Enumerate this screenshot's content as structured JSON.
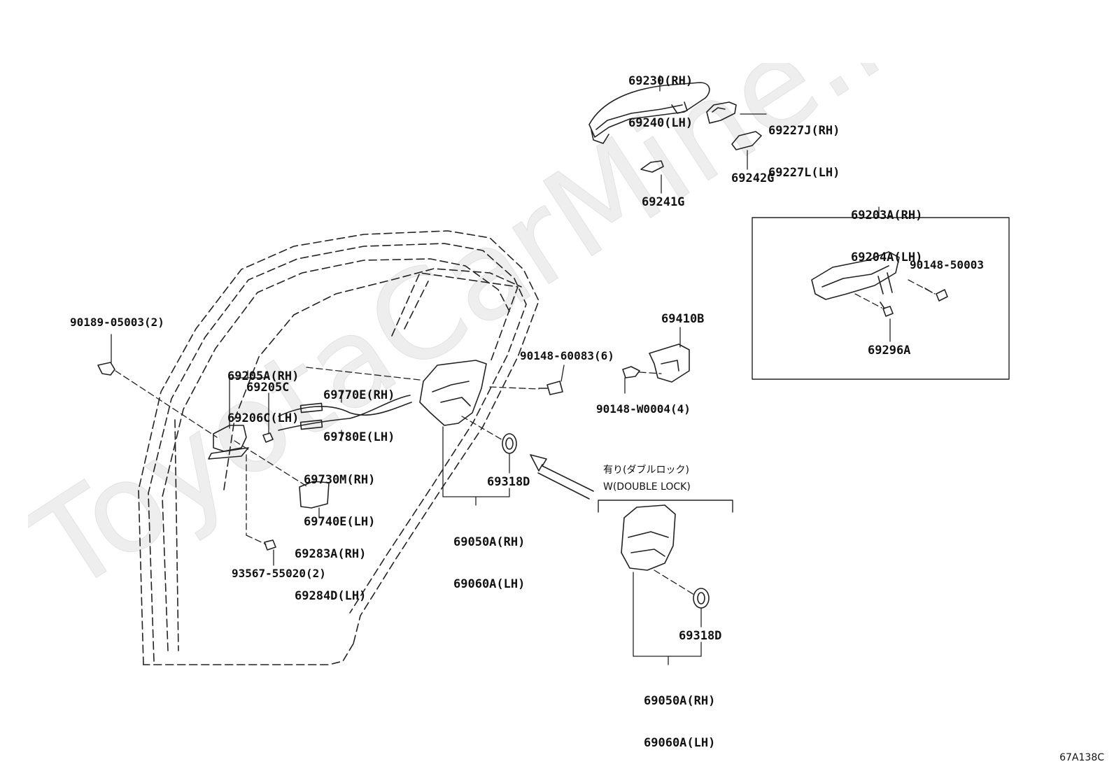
{
  "diagram_code": "67A138C",
  "watermark": "ToyotaCarMine.ru",
  "variant_box": {
    "jp_label": "有り(ダブルロック)",
    "en_label": "W(DOUBLE LOCK)"
  },
  "parts": {
    "outer_handle": [
      "69230(RH)",
      "69240(LH)"
    ],
    "handle_cap": [
      "69227J(RH)",
      "69227L(LH)"
    ],
    "pad_69241": "69241G",
    "pad_69242": "69242G",
    "frame_assy": [
      "69203A(RH)",
      "69204A(LH)"
    ],
    "screw_90148_50003": "90148-50003",
    "screw_69296": "69296A",
    "striker": "69410B",
    "bolt_60083": "90148-60083(6)",
    "bolt_w0004": "90148-W0004(4)",
    "clip_90189": "90189-05003(2)",
    "inner_handle": [
      "69205A(RH)",
      "69206C(LH)"
    ],
    "inner_handle_screw": "69205C",
    "cable_upper": [
      "69770E(RH)",
      "69780E(LH)"
    ],
    "cable_lower": [
      "69730M(RH)",
      "69740E(LH)"
    ],
    "grommet_a": "69318D",
    "lock_assy_a": [
      "69050A(RH)",
      "69060A(LH)"
    ],
    "bezel": [
      "69283A(RH)",
      "69284D(LH)"
    ],
    "screw_93567": "93567-55020(2)",
    "grommet_b": "69318D",
    "lock_assy_b": [
      "69050A(RH)",
      "69060A(LH)"
    ]
  }
}
